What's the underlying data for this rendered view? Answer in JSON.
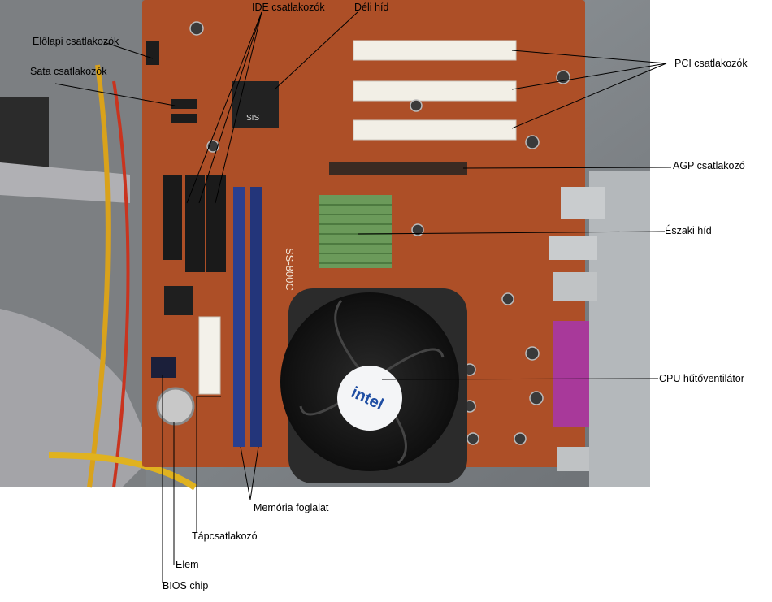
{
  "labels": {
    "ide": "IDE csatlakozók",
    "south_bridge": "Déli híd",
    "front_panel": "Előlapi csatlakozók",
    "sata": "Sata csatlakozók",
    "pci": "PCI csatlakozók",
    "agp": "AGP csatlakozó",
    "north_bridge": "Északi híd",
    "cpu_fan": "CPU hűtőventilátor",
    "memory": "Memória foglalat",
    "power": "Tápcsatlakozó",
    "battery": "Elem",
    "bios": "BIOS chip"
  },
  "board_markings": {
    "brand_text": "intel",
    "chip_text": "SIS",
    "model_text": "SS-800C"
  },
  "colors": {
    "pcb": "#b5552a",
    "slot_white": "#f2efe6",
    "ram_slot_blue": "#2a3f8f",
    "heatsink_green": "#6b9a5a",
    "fan_black": "#1a1a1a",
    "case_gray": "#8a8d90",
    "ribbon_gray": "#a9a9ad"
  }
}
